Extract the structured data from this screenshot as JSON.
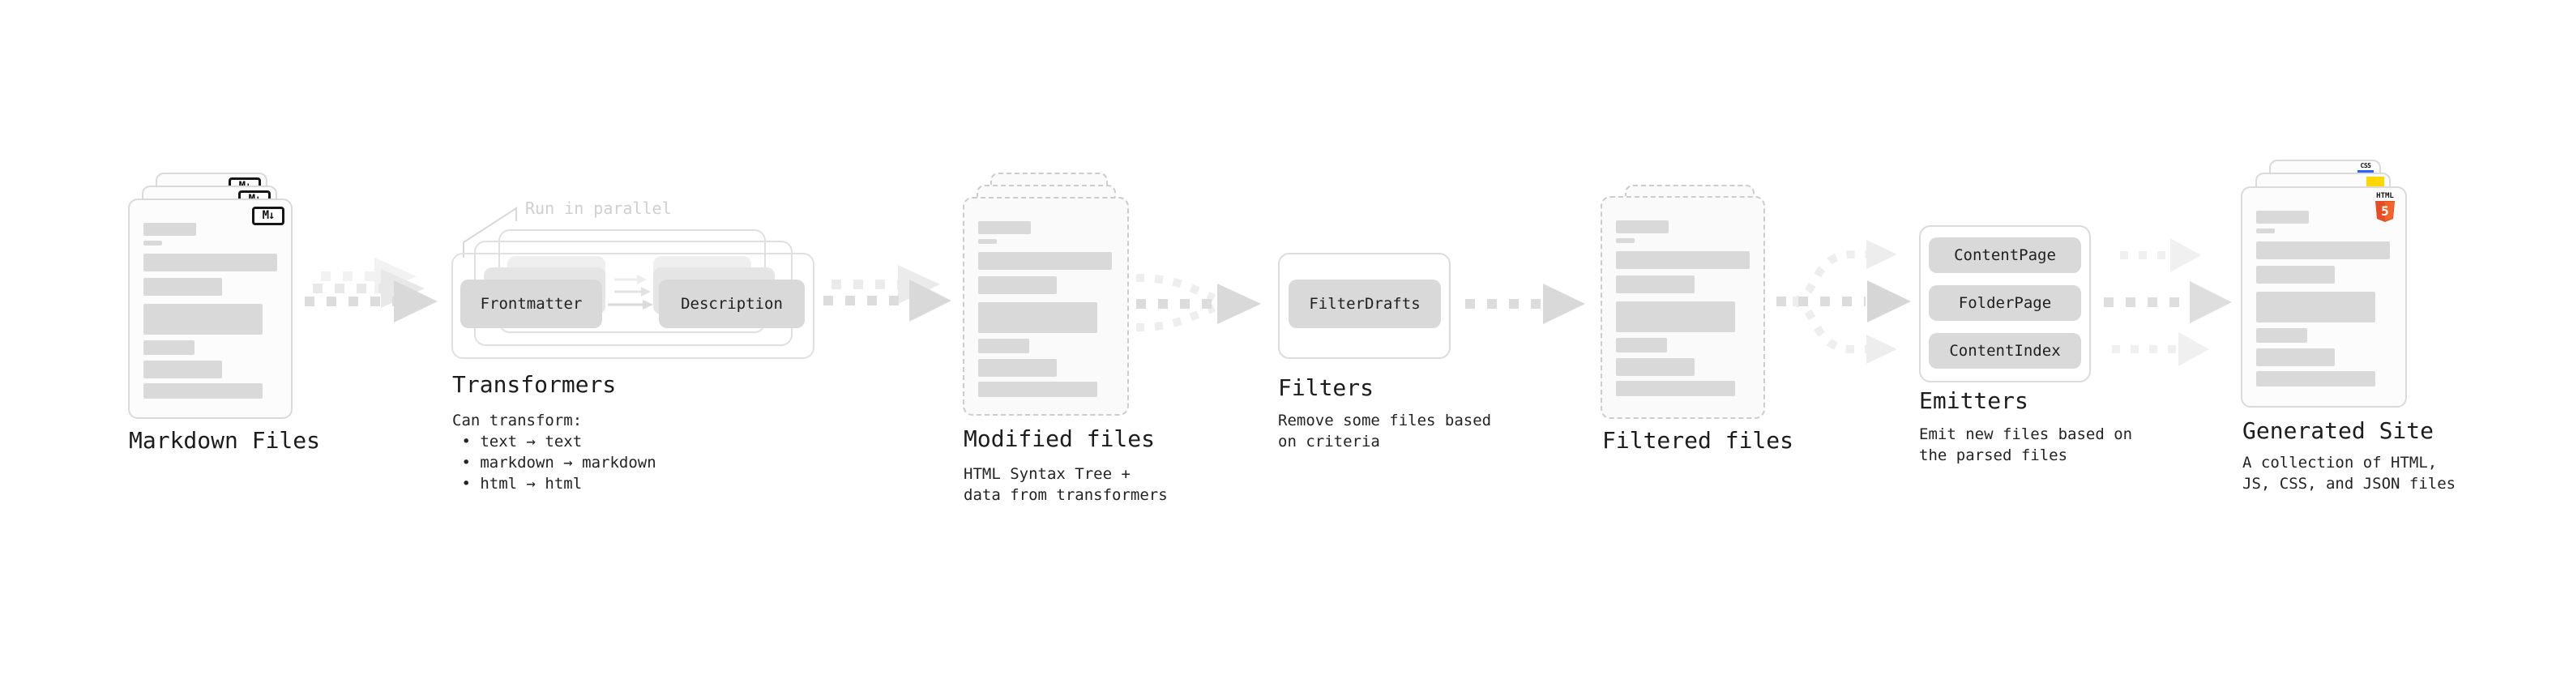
{
  "diagram": {
    "run_in_parallel": "Run in parallel",
    "markdown": {
      "title": "Markdown Files"
    },
    "transformers": {
      "title": "Transformers",
      "caption": "Can transform:\n • text → text\n • markdown → markdown\n • html → html",
      "frontmatter": "Frontmatter",
      "description": "Description"
    },
    "modified": {
      "title": "Modified files",
      "caption": "HTML Syntax Tree +\ndata from transformers"
    },
    "filters": {
      "title": "Filters",
      "caption": "Remove some files based\non criteria",
      "button": "FilterDrafts"
    },
    "filtered": {
      "title": "Filtered files"
    },
    "emitters": {
      "title": "Emitters",
      "caption": "Emit new files based on\nthe parsed files",
      "buttons": [
        "ContentPage",
        "FolderPage",
        "ContentIndex"
      ]
    },
    "generated": {
      "title": "Generated Site",
      "caption": "A collection of HTML,\nJS, CSS, and JSON files"
    }
  },
  "icons": {
    "markdown": "M↓",
    "html5_label": "HTML",
    "html5_number": "5",
    "css_label": "CSS"
  },
  "colors": {
    "html5_orange": "#e44d26",
    "html5_orange_light": "#f16529",
    "js_yellow": "#ffd600",
    "css_blue": "#2962ff"
  }
}
